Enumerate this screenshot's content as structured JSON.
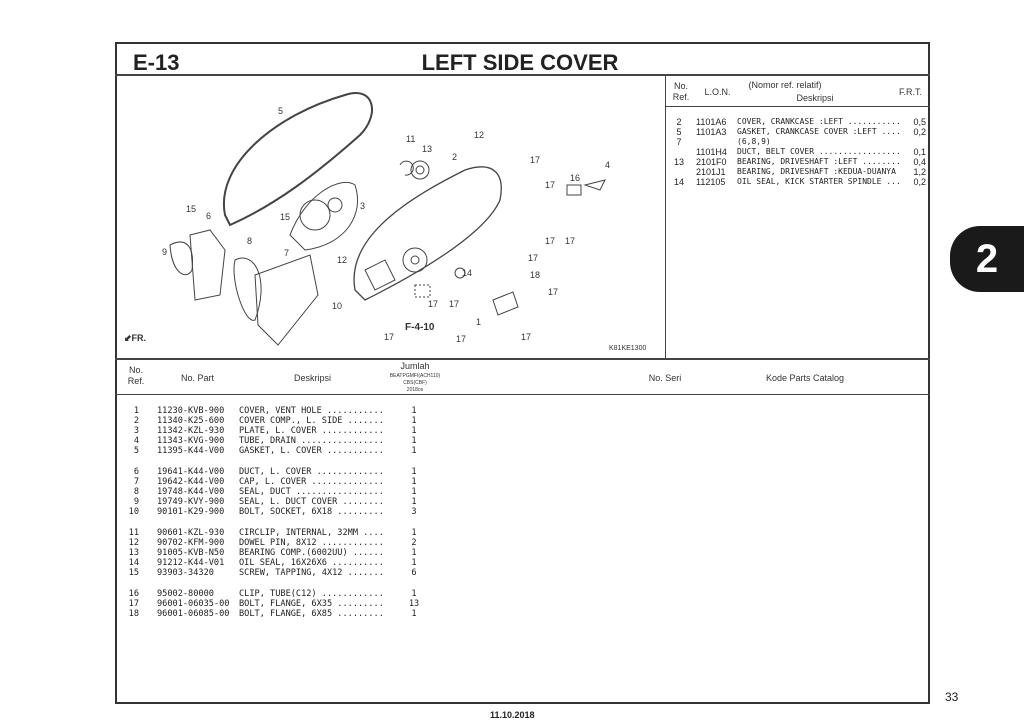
{
  "header": {
    "code": "E-13",
    "title": "LEFT SIDE COVER"
  },
  "diagram": {
    "labels": [
      "5",
      "11",
      "12",
      "13",
      "2",
      "17",
      "16",
      "4",
      "3",
      "15",
      "6",
      "8",
      "15",
      "9",
      "7",
      "12",
      "17",
      "14",
      "18",
      "17",
      "10",
      "1",
      "17",
      "17",
      "17",
      "17",
      "17",
      "17",
      "17",
      "17"
    ],
    "ref_label": "F-4-10",
    "front_label": "FR.",
    "code": "K81KE1300"
  },
  "frt_panel": {
    "headers": {
      "ref": "No.\nRef.",
      "lon": "L.O.N.",
      "desc_top": "(Nomor ref. relatif)",
      "desc": "Deskripsi",
      "frt": "F.R.T."
    },
    "rows": [
      {
        "ref": "2",
        "lon": "1101A6",
        "desc": "COVER, CRANKCASE :LEFT ...........",
        "frt": "0,5"
      },
      {
        "ref": "5",
        "lon": "1101A3",
        "desc": "GASKET, CRANKCASE COVER :LEFT ....",
        "frt": "0,2"
      },
      {
        "ref": "7",
        "lon": "",
        "desc": "(6,8,9)",
        "frt": ""
      },
      {
        "ref": "",
        "lon": "1101H4",
        "desc": "DUCT, BELT COVER .................",
        "frt": "0,1"
      },
      {
        "ref": "13",
        "lon": "2101F0",
        "desc": "BEARING, DRIVESHAFT :LEFT ........",
        "frt": "0,4"
      },
      {
        "ref": "",
        "lon": "2101J1",
        "desc": "BEARING, DRIVESHAFT :KEDUA-DUANYA",
        "frt": "1,2"
      },
      {
        "ref": "14",
        "lon": "112105",
        "desc": "OIL SEAL, KICK STARTER SPINDLE ...",
        "frt": "0,2"
      }
    ]
  },
  "table": {
    "headers": {
      "ref": "No.\nRef.",
      "part": "No. Part",
      "desc": "Deskripsi",
      "qty": "Jumlah",
      "qty_model": "BEATPGMFI(ACH110)",
      "qty_sub": "CBS(CBF)",
      "qty_year": "2018os",
      "serial": "No. Seri",
      "catalog": "Kode Parts Catalog"
    },
    "rows": [
      {
        "ref": "1",
        "part": "11230-KVB-900",
        "desc": "COVER, VENT HOLE ...........",
        "qty": "1"
      },
      {
        "ref": "2",
        "part": "11340-K25-600",
        "desc": "COVER COMP., L. SIDE .......",
        "qty": "1"
      },
      {
        "ref": "3",
        "part": "11342-KZL-930",
        "desc": "PLATE, L. COVER ............",
        "qty": "1"
      },
      {
        "ref": "4",
        "part": "11343-KVG-900",
        "desc": "TUBE, DRAIN ................",
        "qty": "1"
      },
      {
        "ref": "5",
        "part": "11395-K44-V00",
        "desc": "GASKET, L. COVER ...........",
        "qty": "1"
      },
      {
        "ref": "6",
        "part": "19641-K44-V00",
        "desc": "DUCT, L. COVER .............",
        "qty": "1"
      },
      {
        "ref": "7",
        "part": "19642-K44-V00",
        "desc": "CAP, L. COVER ..............",
        "qty": "1"
      },
      {
        "ref": "8",
        "part": "19748-K44-V00",
        "desc": "SEAL, DUCT .................",
        "qty": "1"
      },
      {
        "ref": "9",
        "part": "19749-KVY-900",
        "desc": "SEAL, L. DUCT COVER ........",
        "qty": "1"
      },
      {
        "ref": "10",
        "part": "90101-K29-900",
        "desc": "BOLT, SOCKET, 6X18 .........",
        "qty": "3"
      },
      {
        "ref": "11",
        "part": "90601-KZL-930",
        "desc": "CIRCLIP, INTERNAL, 32MM ....",
        "qty": "1"
      },
      {
        "ref": "12",
        "part": "90702-KFM-900",
        "desc": "DOWEL PIN, 8X12 ............",
        "qty": "2"
      },
      {
        "ref": "13",
        "part": "91005-KVB-N50",
        "desc": "BEARING COMP.(6002UU) ......",
        "qty": "1"
      },
      {
        "ref": "14",
        "part": "91212-K44-V01",
        "desc": "OIL SEAL, 16X26X6 ..........",
        "qty": "1"
      },
      {
        "ref": "15",
        "part": "93903-34320",
        "desc": "SCREW, TAPPING, 4X12 .......",
        "qty": "6"
      },
      {
        "ref": "16",
        "part": "95002-80000",
        "desc": "CLIP, TUBE(C12) ............",
        "qty": "1"
      },
      {
        "ref": "17",
        "part": "96001-06035-00",
        "desc": "BOLT, FLANGE, 6X35 .........",
        "qty": "13"
      },
      {
        "ref": "18",
        "part": "96001-06085-00",
        "desc": "BOLT, FLANGE, 6X85 .........",
        "qty": "1"
      }
    ]
  },
  "section_tab": "2",
  "page_number": "33",
  "date": "11.10.2018"
}
